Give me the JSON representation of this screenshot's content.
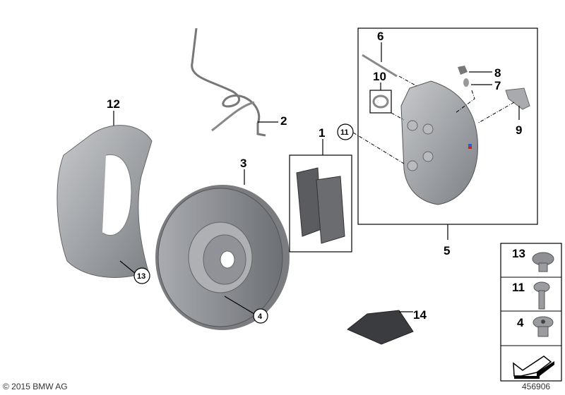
{
  "callouts": {
    "c1": "1",
    "c2": "2",
    "c3": "3",
    "c4": "4",
    "c5": "5",
    "c6": "6",
    "c7": "7",
    "c8": "8",
    "c9": "9",
    "c10": "10",
    "c11": "11",
    "c12": "12",
    "c13": "13",
    "c14": "14"
  },
  "legend": {
    "items": [
      {
        "label": "13",
        "icon": "flange-bolt-icon"
      },
      {
        "label": "11",
        "icon": "long-bolt-icon"
      },
      {
        "label": "4",
        "icon": "countersunk-screw-icon"
      }
    ],
    "next_icon": "arrow-next-page-icon"
  },
  "footer": {
    "copyright": "© 2015 BMW AG",
    "diagram_number": "456906"
  },
  "colors": {
    "part_gray": "#8e9095",
    "badge_blue": "#2a5cd6",
    "badge_red": "#d02020"
  }
}
